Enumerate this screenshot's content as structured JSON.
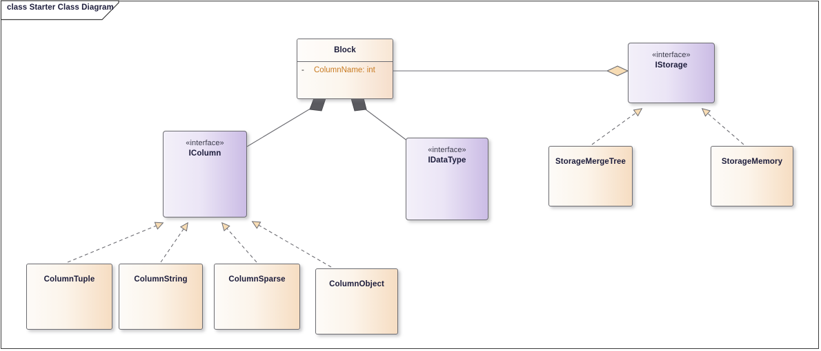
{
  "diagram": {
    "kind_label": "class",
    "title": "Starter Class Diagram",
    "full_title": "class Starter Class Diagram"
  },
  "nodes": {
    "block": {
      "name": "Block",
      "attribute_visibility": "-",
      "attribute": "ColumnName: int"
    },
    "istorage": {
      "stereotype": "«interface»",
      "name": "IStorage"
    },
    "icolumn": {
      "stereotype": "«interface»",
      "name": "IColumn"
    },
    "idatatype": {
      "stereotype": "«interface»",
      "name": "IDataType"
    },
    "storagemergetree": {
      "name": "StorageMergeTree"
    },
    "storagememory": {
      "name": "StorageMemory"
    },
    "columntuple": {
      "name": "ColumnTuple"
    },
    "columnstring": {
      "name": "ColumnString"
    },
    "columnsparse": {
      "name": "ColumnSparse"
    },
    "columnobject": {
      "name": "ColumnObject"
    }
  },
  "relationships": [
    {
      "from": "Block",
      "to": "IStorage",
      "type": "aggregation"
    },
    {
      "from": "Block",
      "to": "IColumn",
      "type": "composition"
    },
    {
      "from": "Block",
      "to": "IDataType",
      "type": "composition"
    },
    {
      "from": "StorageMergeTree",
      "to": "IStorage",
      "type": "realization"
    },
    {
      "from": "StorageMemory",
      "to": "IStorage",
      "type": "realization"
    },
    {
      "from": "ColumnTuple",
      "to": "IColumn",
      "type": "realization"
    },
    {
      "from": "ColumnString",
      "to": "IColumn",
      "type": "realization"
    },
    {
      "from": "ColumnSparse",
      "to": "IColumn",
      "type": "realization"
    },
    {
      "from": "ColumnObject",
      "to": "IColumn",
      "type": "realization"
    }
  ],
  "colors": {
    "class_fill_light": "#fdfbf8",
    "class_fill_dark": "#f6ddc2",
    "interface_fill_light": "#f3f0f9",
    "interface_fill_dark": "#cbbce5",
    "title_text": "#1b1b3a",
    "attribute_text": "#c87a20",
    "border": "#6b6b70",
    "connector": "#6a6a70",
    "arrow_fill": "#f7dcb4",
    "composition_fill": "#5a5a5f",
    "frame_border": "#3a3a3a",
    "background": "#ffffff"
  }
}
